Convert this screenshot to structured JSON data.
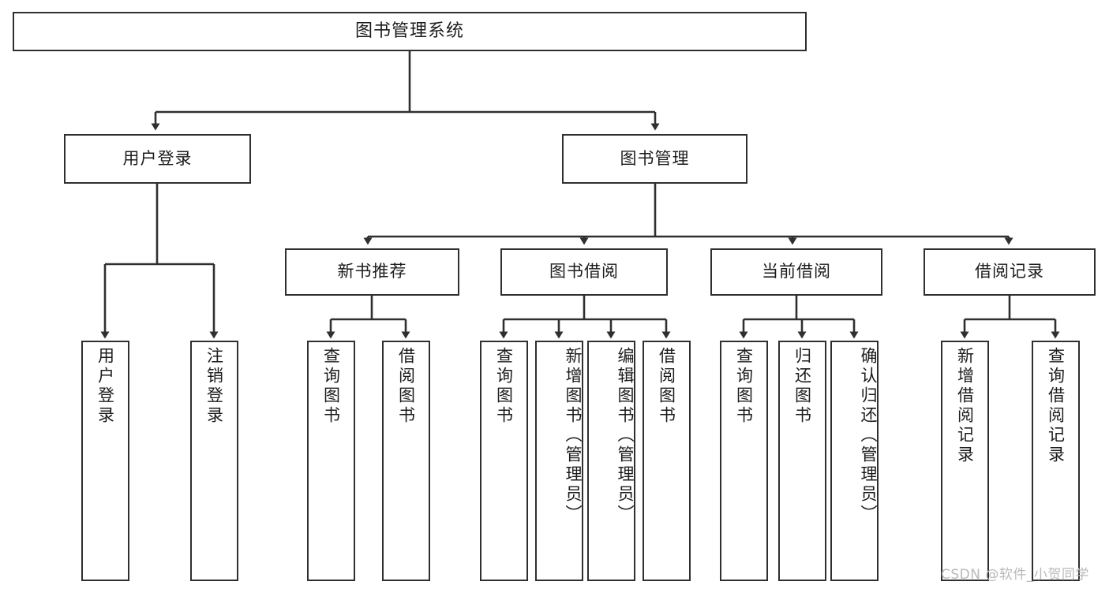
{
  "diagram": {
    "type": "tree",
    "title": "图书管理系统",
    "orientation": "top-down",
    "colors": {
      "border": "#2f2f2f",
      "background": "#ffffff",
      "text": "#1c1c1c",
      "edge": "#2f2f2f",
      "watermark": "#b9b9b9"
    },
    "root": {
      "label": "图书管理系统"
    },
    "level2": [
      {
        "label": "用户登录"
      },
      {
        "label": "图书管理"
      }
    ],
    "level3": [
      {
        "label": "新书推荐"
      },
      {
        "label": "图书借阅"
      },
      {
        "label": "当前借阅"
      },
      {
        "label": "借阅记录"
      }
    ],
    "leaves": {
      "user_login": [
        {
          "label": "用户登录"
        },
        {
          "label": "注销登录"
        }
      ],
      "new_book_recommend": [
        {
          "label": "查询图书"
        },
        {
          "label": "借阅图书"
        }
      ],
      "book_borrow": [
        {
          "label": "查询图书"
        },
        {
          "label": "新增图书（管理员）"
        },
        {
          "label": "编辑图书（管理员）"
        },
        {
          "label": "借阅图书"
        }
      ],
      "current_borrow": [
        {
          "label": "查询图书"
        },
        {
          "label": "归还图书"
        },
        {
          "label": "确认归还（管理员）"
        }
      ],
      "borrow_records": [
        {
          "label": "新增借阅记录"
        },
        {
          "label": "查询借阅记录"
        }
      ]
    },
    "watermark": "CSDN @软件_小贺同学"
  }
}
